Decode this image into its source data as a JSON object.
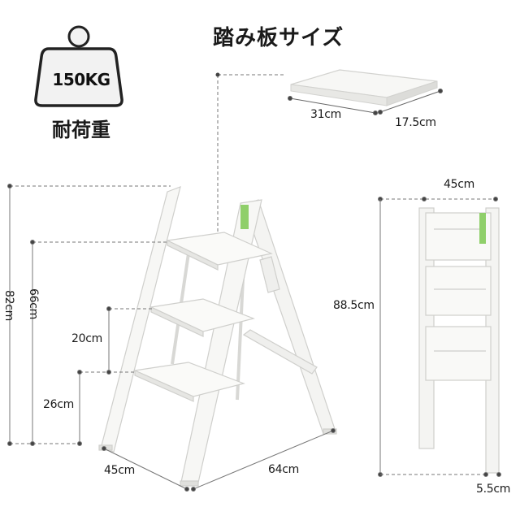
{
  "header": {
    "title": "踏み板サイズ"
  },
  "load_badge": {
    "value": "150KG",
    "caption": "耐荷重",
    "icon": "weight-icon"
  },
  "tread": {
    "width": "31cm",
    "depth": "17.5cm"
  },
  "open_ladder": {
    "total_height": "82cm",
    "top_step_height": "66cm",
    "step_spacing": "20cm",
    "bottom_step_height": "26cm",
    "depth": "45cm",
    "width": "64cm"
  },
  "folded_ladder": {
    "width": "45cm",
    "height": "88.5cm",
    "thickness": "5.5cm"
  },
  "colors": {
    "frame": "#f4f4f2",
    "outline": "#cfcfcc",
    "dim_line": "#777777",
    "badge": "#f2f2f2",
    "label_green": "#8fcf6a"
  }
}
